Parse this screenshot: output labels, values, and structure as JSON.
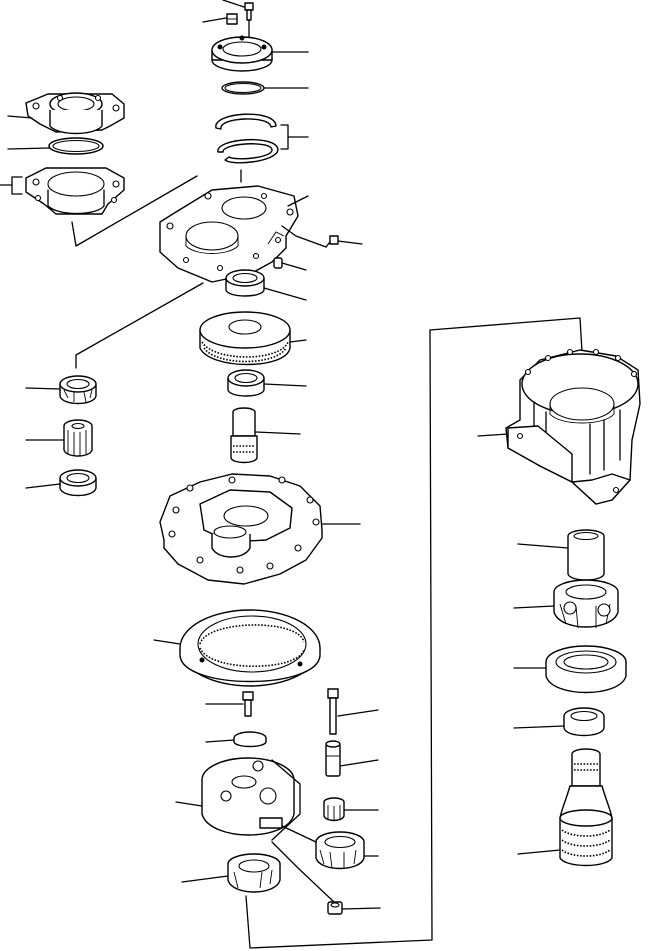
{
  "figure": {
    "kind": "exploded-parts-diagram",
    "labels_present": false
  },
  "icons": {
    "leader_line": "leader-line",
    "bracket": "group-bracket"
  },
  "parts": [
    "bolt-top",
    "nut-top",
    "cover-top",
    "oring-top",
    "snap-ring-pair",
    "flange-left",
    "oring-left",
    "gasket-left",
    "carrier-housing",
    "plug-bolt",
    "plug-small",
    "bearing-upper",
    "ring-gear-small",
    "bearing-middle",
    "pinion-shaft",
    "bearing-left-1",
    "roller-left",
    "bearing-left-2",
    "main-housing",
    "ring-gear-large",
    "bolt-mid",
    "washer",
    "long-bolt",
    "bushing",
    "carrier-lower",
    "needle-bearing",
    "taper-bearing-lower",
    "bearing-bottom",
    "nut-bottom",
    "final-case",
    "collar",
    "bearing-right-1",
    "seal-right",
    "bearing-right-2",
    "output-shaft"
  ]
}
